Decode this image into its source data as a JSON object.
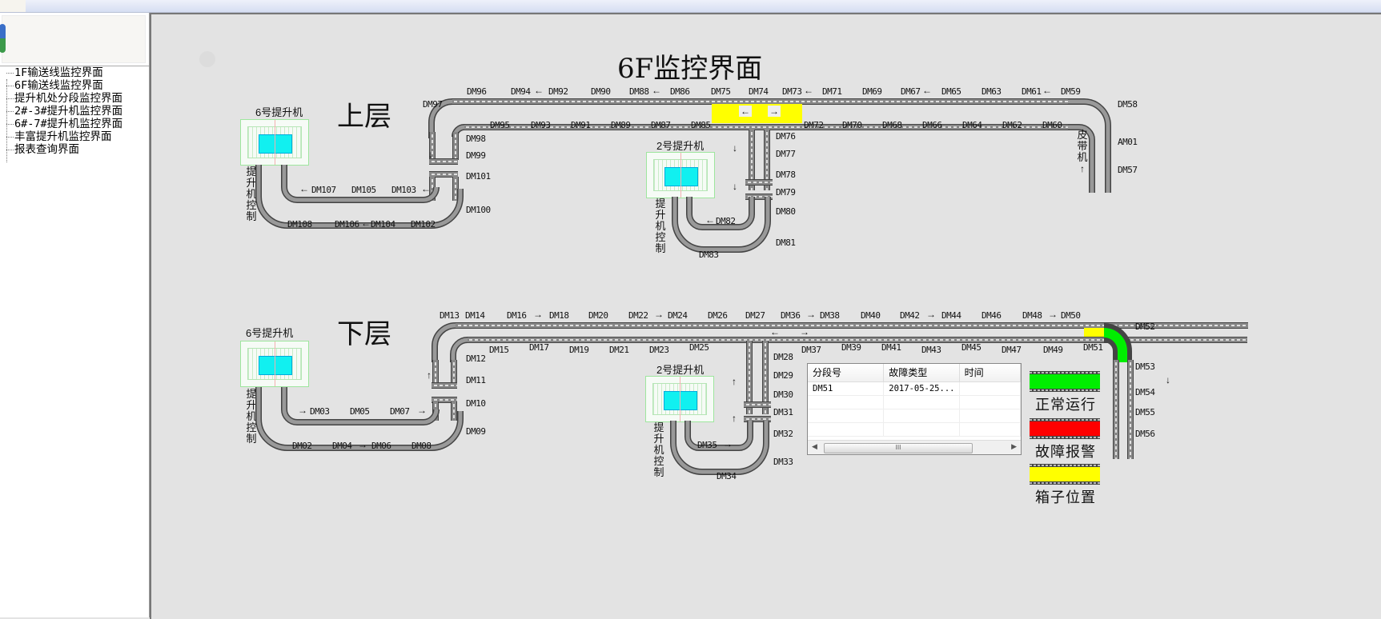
{
  "nav": {
    "items": [
      {
        "label": "1F输送线监控界面"
      },
      {
        "label": "6F输送线监控界面"
      },
      {
        "label": "提升机处分段监控界面"
      },
      {
        "label": "2#-3#提升机监控界面"
      },
      {
        "label": "6#-7#提升机监控界面"
      },
      {
        "label": "丰富提升机监控界面"
      },
      {
        "label": "报表查询界面"
      }
    ]
  },
  "page_title": "6F监控界面",
  "upper": {
    "layer_label": "上层",
    "elevator6_name": "6号提升机",
    "elevator2_name": "2号提升机",
    "elevator_control": "提升机控制",
    "belt_machine": "皮带机",
    "top_labels": [
      "DM96",
      "DM94",
      "DM92",
      "DM90",
      "DM88",
      "DM86",
      "DM75",
      "DM74",
      "DM73",
      "DM71",
      "DM69",
      "DM67",
      "DM65",
      "DM63",
      "DM61",
      "DM59"
    ],
    "bottom_labels": [
      "DM95",
      "DM93",
      "DM91",
      "DM89",
      "DM87",
      "DM85",
      "DM72",
      "DM70",
      "DM68",
      "DM66",
      "DM64",
      "DM62",
      "DM60"
    ],
    "dm97": "DM97",
    "dm98": "DM98",
    "dm99": "DM99",
    "dm101": "DM101",
    "dm100": "DM100",
    "dm107": "DM107",
    "dm105": "DM105",
    "dm103": "DM103",
    "dm108": "DM108",
    "dm106": "DM106",
    "dm104": "DM104",
    "dm102": "DM102",
    "dm76": "DM76",
    "dm77": "DM77",
    "dm78": "DM78",
    "dm79": "DM79",
    "dm80": "DM80",
    "dm81": "DM81",
    "dm82": "DM82",
    "dm83": "DM83",
    "dm58": "DM58",
    "am01": "AM01",
    "dm57": "DM57"
  },
  "lower": {
    "layer_label": "下层",
    "elevator6_name": "6号提升机",
    "elevator2_name": "2号提升机",
    "elevator_control": "提升机控制",
    "top_labels": [
      "DM13",
      "DM14",
      "DM16",
      "DM18",
      "DM20",
      "DM22",
      "DM24",
      "DM26",
      "DM27",
      "DM36",
      "DM38",
      "DM40",
      "DM42",
      "DM44",
      "DM46",
      "DM48",
      "DM50"
    ],
    "bottom_labels": [
      "DM15",
      "DM17",
      "DM19",
      "DM21",
      "DM23",
      "DM25",
      "DM37",
      "DM39",
      "DM41",
      "DM43",
      "DM45",
      "DM47",
      "DM49",
      "DM51"
    ],
    "dm12": "DM12",
    "dm11": "DM11",
    "dm10": "DM10",
    "dm09": "DM09",
    "dm03": "DM03",
    "dm05": "DM05",
    "dm07": "DM07",
    "dm02": "DM02",
    "dm04": "DM04",
    "dm06": "DM06",
    "dm08": "DM08",
    "dm28": "DM28",
    "dm29": "DM29",
    "dm30": "DM30",
    "dm31": "DM31",
    "dm32": "DM32",
    "dm33": "DM33",
    "dm34": "DM34",
    "dm35": "DM35",
    "dm52": "DM52",
    "dm53": "DM53",
    "dm54": "DM54",
    "dm55": "DM55",
    "dm56": "DM56"
  },
  "fault_table": {
    "headers": [
      "分段号",
      "故障类型",
      "时间"
    ],
    "rows": [
      [
        "DM51",
        "2017-05-25...",
        ""
      ],
      [
        "",
        "",
        ""
      ],
      [
        "",
        "",
        ""
      ],
      [
        "",
        "",
        ""
      ]
    ],
    "scroll_thumb": "III"
  },
  "legend": {
    "normal": {
      "label": "正常运行",
      "color": "#00ee00"
    },
    "fault": {
      "label": "故障报警",
      "color": "#ff0000"
    },
    "box": {
      "label": "箱子位置",
      "color": "#ffff00"
    }
  },
  "status_colors": {
    "box": "#ffff00",
    "normal": "#00ee00"
  }
}
